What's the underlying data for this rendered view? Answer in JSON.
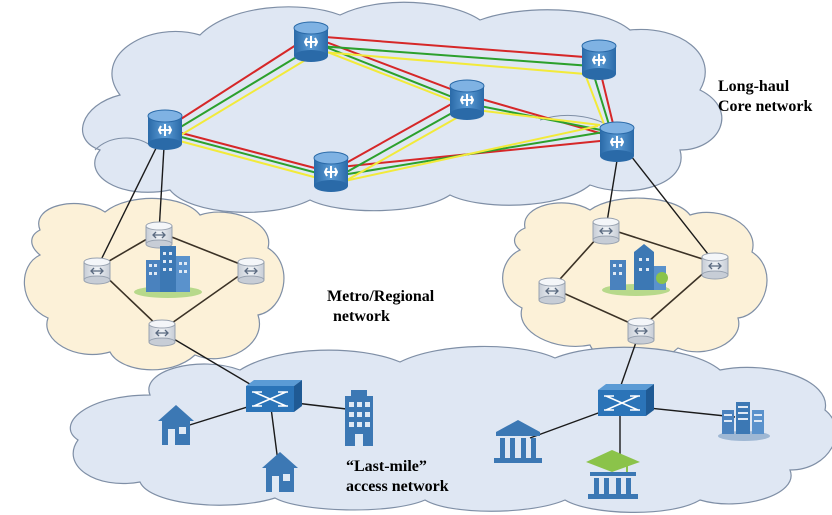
{
  "labels": {
    "core": [
      "Long-haul",
      "Core network"
    ],
    "metro": [
      "Metro/Regional",
      "network"
    ],
    "access": [
      "“Last-mile”",
      "access network"
    ]
  },
  "colors": {
    "core_cloud_fill": "#dfe7f3",
    "metro_cloud_fill": "#fcf1d8",
    "access_cloud_fill": "#dfe7f3",
    "cloud_stroke": "#7f8fa6",
    "router_blue": "#2b74b8",
    "router_light": "#e8ecf2",
    "icon_blue": "#3c78b4",
    "lightpath_red": "#d62728",
    "lightpath_green": "#2ca02c",
    "lightpath_yellow": "#f2ea3a",
    "metro_ring": "#3b3226",
    "link_black": "#1a1a1a",
    "school_green": "#8bc34a"
  },
  "icons": {
    "core_router": "core-router-icon",
    "metro_node": "metro-router-icon",
    "access_switch": "access-switch-icon",
    "house": "house-icon",
    "office": "office-building-icon",
    "bank": "bank-icon",
    "school": "school-icon",
    "server": "server-icon",
    "city": "city-icon"
  }
}
